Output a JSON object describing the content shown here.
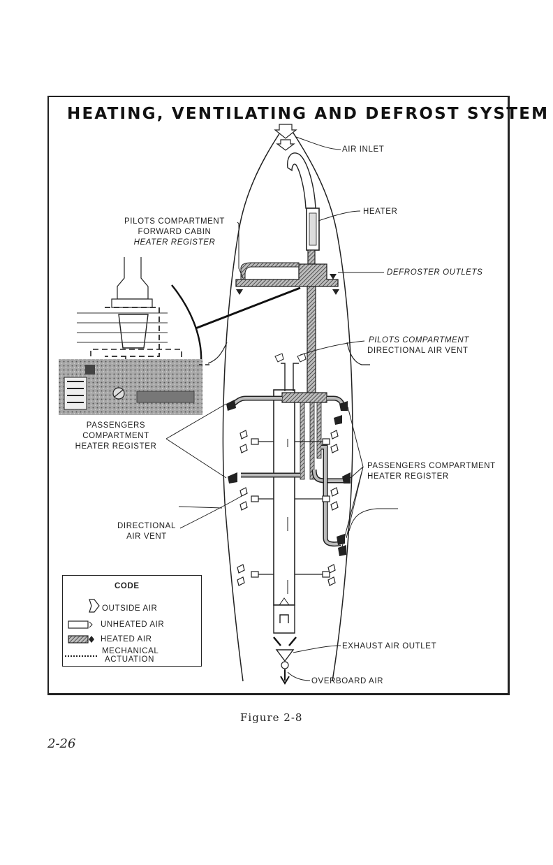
{
  "title": "HEATING, VENTILATING AND DEFROST SYSTEM",
  "labels": {
    "air_inlet": "AIR INLET",
    "heater": "HEATER",
    "defroster_outlets": "DEFROSTER OUTLETS",
    "pilots_compartment_register": [
      "PILOTS COMPARTMENT",
      "FORWARD CABIN",
      "HEATER REGISTER"
    ],
    "pilots_compartment_vent": [
      "PILOTS COMPARTMENT",
      "DIRECTIONAL AIR VENT"
    ],
    "passengers_register_left": [
      "PASSENGERS",
      "COMPARTMENT",
      "HEATER REGISTER"
    ],
    "passengers_register_right": [
      "PASSENGERS COMPARTMENT",
      "HEATER REGISTER"
    ],
    "directional_air_vent": [
      "DIRECTIONAL",
      "AIR VENT"
    ],
    "exhaust_air_outlet": "EXHAUST AIR OUTLET",
    "overboard_air": "OVERBOARD AIR"
  },
  "legend": {
    "title": "CODE",
    "items": [
      {
        "icon": "outside-air-arrow-icon",
        "label": "OUTSIDE AIR"
      },
      {
        "icon": "unheated-air-duct-icon",
        "label": "UNHEATED AIR"
      },
      {
        "icon": "heated-air-duct-icon",
        "label": "HEATED AIR"
      },
      {
        "icon": "dotted-line-icon",
        "label": [
          "MECHANICAL",
          "ACTUATION"
        ]
      }
    ]
  },
  "caption": "Figure 2-8",
  "page_number": "2-26",
  "colors": {
    "ink": "#1a1a1a",
    "hatch": "#555555",
    "background": "#ffffff"
  }
}
